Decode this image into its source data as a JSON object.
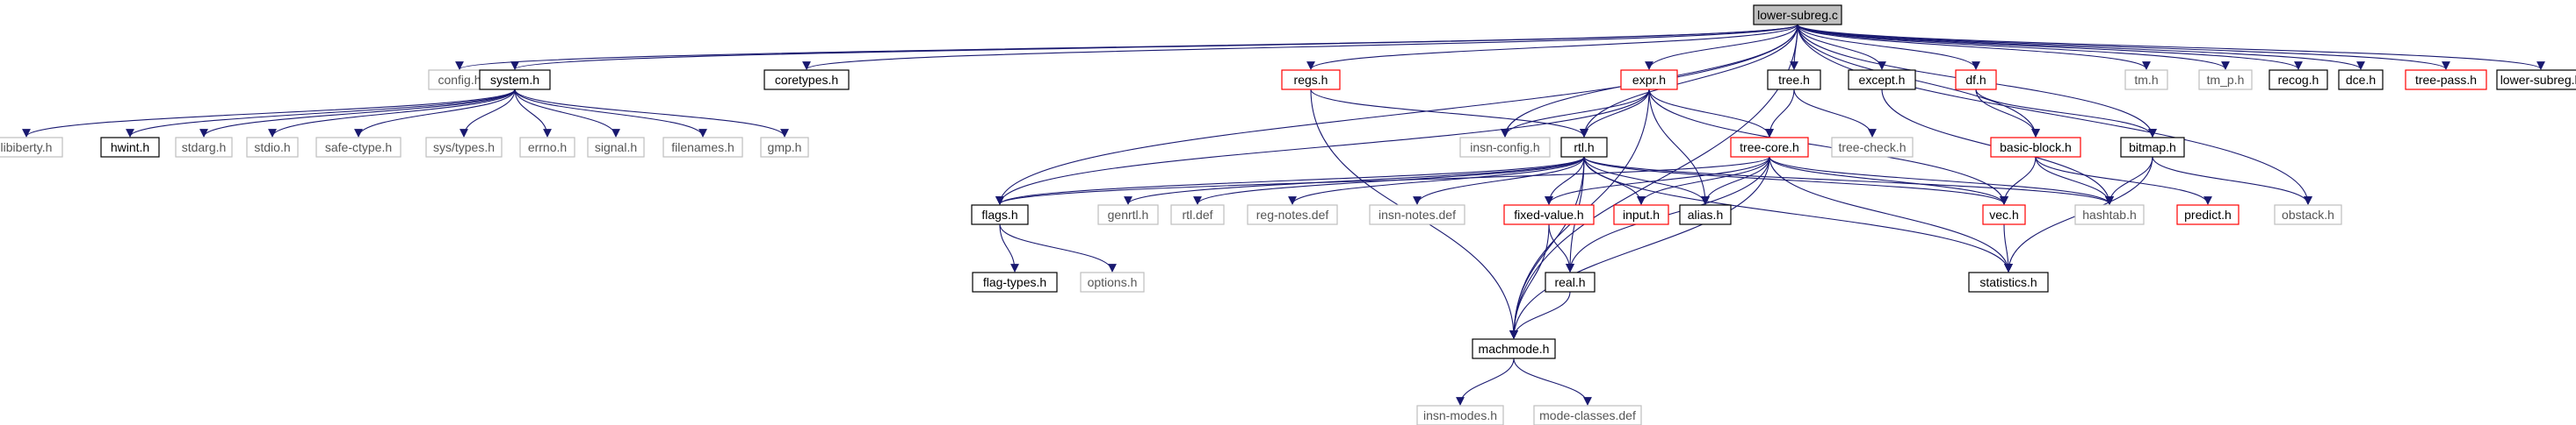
{
  "colors": {
    "edge": "#191970",
    "root_fill": "#bfbfbf",
    "border_black": "#000000",
    "border_red": "#ff0000",
    "border_gray": "#bfbfbf",
    "text": "#000000",
    "text_muted": "#555555"
  },
  "graph": {
    "root": "lower-subreg.c",
    "nodes": [
      {
        "id": "lower-subreg.c",
        "label": "lower-subreg.c",
        "style": "root"
      },
      {
        "id": "config.h",
        "label": "config.h",
        "style": "gray"
      },
      {
        "id": "system.h",
        "label": "system.h",
        "style": "black"
      },
      {
        "id": "coretypes.h",
        "label": "coretypes.h",
        "style": "black"
      },
      {
        "id": "regs.h",
        "label": "regs.h",
        "style": "red"
      },
      {
        "id": "expr.h",
        "label": "expr.h",
        "style": "red"
      },
      {
        "id": "tree.h",
        "label": "tree.h",
        "style": "black"
      },
      {
        "id": "except.h",
        "label": "except.h",
        "style": "black"
      },
      {
        "id": "df.h",
        "label": "df.h",
        "style": "red"
      },
      {
        "id": "tm.h",
        "label": "tm.h",
        "style": "gray"
      },
      {
        "id": "tm_p.h",
        "label": "tm_p.h",
        "style": "gray"
      },
      {
        "id": "recog.h",
        "label": "recog.h",
        "style": "black"
      },
      {
        "id": "dce.h",
        "label": "dce.h",
        "style": "black"
      },
      {
        "id": "tree-pass.h",
        "label": "tree-pass.h",
        "style": "red"
      },
      {
        "id": "lower-subreg.h",
        "label": "lower-subreg.h",
        "style": "black"
      },
      {
        "id": "libiberty.h",
        "label": "libiberty.h",
        "style": "gray"
      },
      {
        "id": "hwint.h",
        "label": "hwint.h",
        "style": "black"
      },
      {
        "id": "stdarg.h",
        "label": "stdarg.h",
        "style": "gray"
      },
      {
        "id": "stdio.h",
        "label": "stdio.h",
        "style": "gray"
      },
      {
        "id": "safe-ctype.h",
        "label": "safe-ctype.h",
        "style": "gray"
      },
      {
        "id": "sys/types.h",
        "label": "sys/types.h",
        "style": "gray"
      },
      {
        "id": "errno.h",
        "label": "errno.h",
        "style": "gray"
      },
      {
        "id": "signal.h",
        "label": "signal.h",
        "style": "gray"
      },
      {
        "id": "filenames.h",
        "label": "filenames.h",
        "style": "gray"
      },
      {
        "id": "gmp.h",
        "label": "gmp.h",
        "style": "gray"
      },
      {
        "id": "insn-config.h",
        "label": "insn-config.h",
        "style": "gray"
      },
      {
        "id": "rtl.h",
        "label": "rtl.h",
        "style": "black"
      },
      {
        "id": "tree-core.h",
        "label": "tree-core.h",
        "style": "red"
      },
      {
        "id": "tree-check.h",
        "label": "tree-check.h",
        "style": "gray"
      },
      {
        "id": "basic-block.h",
        "label": "basic-block.h",
        "style": "red"
      },
      {
        "id": "bitmap.h",
        "label": "bitmap.h",
        "style": "black"
      },
      {
        "id": "flags.h",
        "label": "flags.h",
        "style": "black"
      },
      {
        "id": "genrtl.h",
        "label": "genrtl.h",
        "style": "gray"
      },
      {
        "id": "rtl.def",
        "label": "rtl.def",
        "style": "gray"
      },
      {
        "id": "reg-notes.def",
        "label": "reg-notes.def",
        "style": "gray"
      },
      {
        "id": "insn-notes.def",
        "label": "insn-notes.def",
        "style": "gray"
      },
      {
        "id": "fixed-value.h",
        "label": "fixed-value.h",
        "style": "red"
      },
      {
        "id": "input.h",
        "label": "input.h",
        "style": "red"
      },
      {
        "id": "alias.h",
        "label": "alias.h",
        "style": "black"
      },
      {
        "id": "vec.h",
        "label": "vec.h",
        "style": "red"
      },
      {
        "id": "hashtab.h",
        "label": "hashtab.h",
        "style": "gray"
      },
      {
        "id": "predict.h",
        "label": "predict.h",
        "style": "red"
      },
      {
        "id": "obstack.h",
        "label": "obstack.h",
        "style": "gray"
      },
      {
        "id": "flag-types.h",
        "label": "flag-types.h",
        "style": "black"
      },
      {
        "id": "options.h",
        "label": "options.h",
        "style": "gray"
      },
      {
        "id": "real.h",
        "label": "real.h",
        "style": "black"
      },
      {
        "id": "statistics.h",
        "label": "statistics.h",
        "style": "black"
      },
      {
        "id": "machmode.h",
        "label": "machmode.h",
        "style": "black"
      },
      {
        "id": "insn-modes.h",
        "label": "insn-modes.h",
        "style": "gray"
      },
      {
        "id": "mode-classes.def",
        "label": "mode-classes.def",
        "style": "gray"
      }
    ],
    "edges": [
      [
        "lower-subreg.c",
        "config.h"
      ],
      [
        "lower-subreg.c",
        "system.h"
      ],
      [
        "lower-subreg.c",
        "coretypes.h"
      ],
      [
        "lower-subreg.c",
        "regs.h"
      ],
      [
        "lower-subreg.c",
        "expr.h"
      ],
      [
        "lower-subreg.c",
        "tree.h"
      ],
      [
        "lower-subreg.c",
        "except.h"
      ],
      [
        "lower-subreg.c",
        "df.h"
      ],
      [
        "lower-subreg.c",
        "tm.h"
      ],
      [
        "lower-subreg.c",
        "tm_p.h"
      ],
      [
        "lower-subreg.c",
        "recog.h"
      ],
      [
        "lower-subreg.c",
        "dce.h"
      ],
      [
        "lower-subreg.c",
        "tree-pass.h"
      ],
      [
        "lower-subreg.c",
        "lower-subreg.h"
      ],
      [
        "lower-subreg.c",
        "machmode.h"
      ],
      [
        "lower-subreg.c",
        "flags.h"
      ],
      [
        "lower-subreg.c",
        "insn-config.h"
      ],
      [
        "lower-subreg.c",
        "rtl.h"
      ],
      [
        "lower-subreg.c",
        "basic-block.h"
      ],
      [
        "lower-subreg.c",
        "bitmap.h"
      ],
      [
        "lower-subreg.c",
        "obstack.h"
      ],
      [
        "system.h",
        "libiberty.h"
      ],
      [
        "system.h",
        "hwint.h"
      ],
      [
        "system.h",
        "stdarg.h"
      ],
      [
        "system.h",
        "stdio.h"
      ],
      [
        "system.h",
        "safe-ctype.h"
      ],
      [
        "system.h",
        "sys/types.h"
      ],
      [
        "system.h",
        "errno.h"
      ],
      [
        "system.h",
        "signal.h"
      ],
      [
        "system.h",
        "filenames.h"
      ],
      [
        "system.h",
        "gmp.h"
      ],
      [
        "regs.h",
        "machmode.h"
      ],
      [
        "regs.h",
        "rtl.h"
      ],
      [
        "expr.h",
        "insn-config.h"
      ],
      [
        "expr.h",
        "rtl.h"
      ],
      [
        "expr.h",
        "tree-core.h"
      ],
      [
        "expr.h",
        "flags.h"
      ],
      [
        "expr.h",
        "alias.h"
      ],
      [
        "expr.h",
        "machmode.h"
      ],
      [
        "expr.h",
        "vec.h"
      ],
      [
        "tree.h",
        "tree-core.h"
      ],
      [
        "tree.h",
        "tree-check.h"
      ],
      [
        "except.h",
        "hashtab.h"
      ],
      [
        "df.h",
        "basic-block.h"
      ],
      [
        "df.h",
        "bitmap.h"
      ],
      [
        "rtl.h",
        "flags.h"
      ],
      [
        "rtl.h",
        "genrtl.h"
      ],
      [
        "rtl.h",
        "rtl.def"
      ],
      [
        "rtl.h",
        "reg-notes.def"
      ],
      [
        "rtl.h",
        "insn-notes.def"
      ],
      [
        "rtl.h",
        "fixed-value.h"
      ],
      [
        "rtl.h",
        "input.h"
      ],
      [
        "rtl.h",
        "alias.h"
      ],
      [
        "rtl.h",
        "vec.h"
      ],
      [
        "rtl.h",
        "hashtab.h"
      ],
      [
        "rtl.h",
        "statistics.h"
      ],
      [
        "rtl.h",
        "real.h"
      ],
      [
        "rtl.h",
        "machmode.h"
      ],
      [
        "tree-core.h",
        "flags.h"
      ],
      [
        "tree-core.h",
        "fixed-value.h"
      ],
      [
        "tree-core.h",
        "input.h"
      ],
      [
        "tree-core.h",
        "alias.h"
      ],
      [
        "tree-core.h",
        "vec.h"
      ],
      [
        "tree-core.h",
        "hashtab.h"
      ],
      [
        "tree-core.h",
        "statistics.h"
      ],
      [
        "tree-core.h",
        "real.h"
      ],
      [
        "tree-core.h",
        "machmode.h"
      ],
      [
        "basic-block.h",
        "vec.h"
      ],
      [
        "basic-block.h",
        "predict.h"
      ],
      [
        "basic-block.h",
        "hashtab.h"
      ],
      [
        "bitmap.h",
        "hashtab.h"
      ],
      [
        "bitmap.h",
        "statistics.h"
      ],
      [
        "bitmap.h",
        "obstack.h"
      ],
      [
        "flags.h",
        "flag-types.h"
      ],
      [
        "flags.h",
        "options.h"
      ],
      [
        "fixed-value.h",
        "real.h"
      ],
      [
        "fixed-value.h",
        "machmode.h"
      ],
      [
        "vec.h",
        "statistics.h"
      ],
      [
        "real.h",
        "machmode.h"
      ],
      [
        "machmode.h",
        "insn-modes.h"
      ],
      [
        "machmode.h",
        "mode-classes.def"
      ]
    ]
  }
}
